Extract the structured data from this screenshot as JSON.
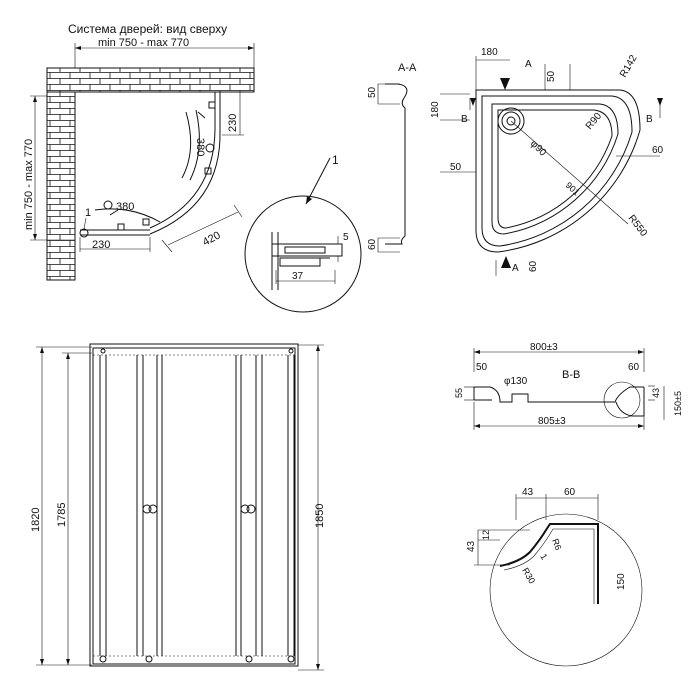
{
  "title": "Система дверей: вид сверху",
  "top_view": {
    "width_range": "min 750 - max 770",
    "depth_range": "min 750 - max 770",
    "dim_230_a": "230",
    "dim_380_a": "380",
    "dim_380_b": "380",
    "dim_230_b": "230",
    "dim_420": "420",
    "callout_1": "1",
    "marker_1": "1"
  },
  "detail": {
    "dim_5": "5",
    "dim_37": "37"
  },
  "section_aa": {
    "title": "A-A",
    "dim_50": "50",
    "dim_60": "60"
  },
  "tray_plan": {
    "dim_180_top": "180",
    "dim_180_side": "180",
    "label_a_top": "A",
    "label_a_bottom": "A",
    "label_b_left": "B",
    "label_b_right": "B",
    "dim_50_top": "50",
    "r142": "R142",
    "r90": "R90",
    "phi90": "φ90",
    "dim_50_left": "50",
    "dim_60_right": "60",
    "dim_901": "901",
    "r550": "R550",
    "dim_60_bottom": "60"
  },
  "elevation": {
    "dim_1820": "1820",
    "dim_1785": "1785",
    "dim_1850": "1850"
  },
  "section_bb": {
    "dim_800": "800±3",
    "dim_50": "50",
    "dim_130": "φ130",
    "title": "B-B",
    "dim_60": "60",
    "dim_55": "55",
    "dim_43": "43",
    "dim_150": "150±5",
    "dim_805": "805±3"
  },
  "profile_detail": {
    "dim_43_top": "43",
    "dim_60_top": "60",
    "dim_12": "12",
    "dim_43_left": "43",
    "r6": "R6",
    "dim_1": "1",
    "r30": "R30",
    "dim_150": "150"
  }
}
